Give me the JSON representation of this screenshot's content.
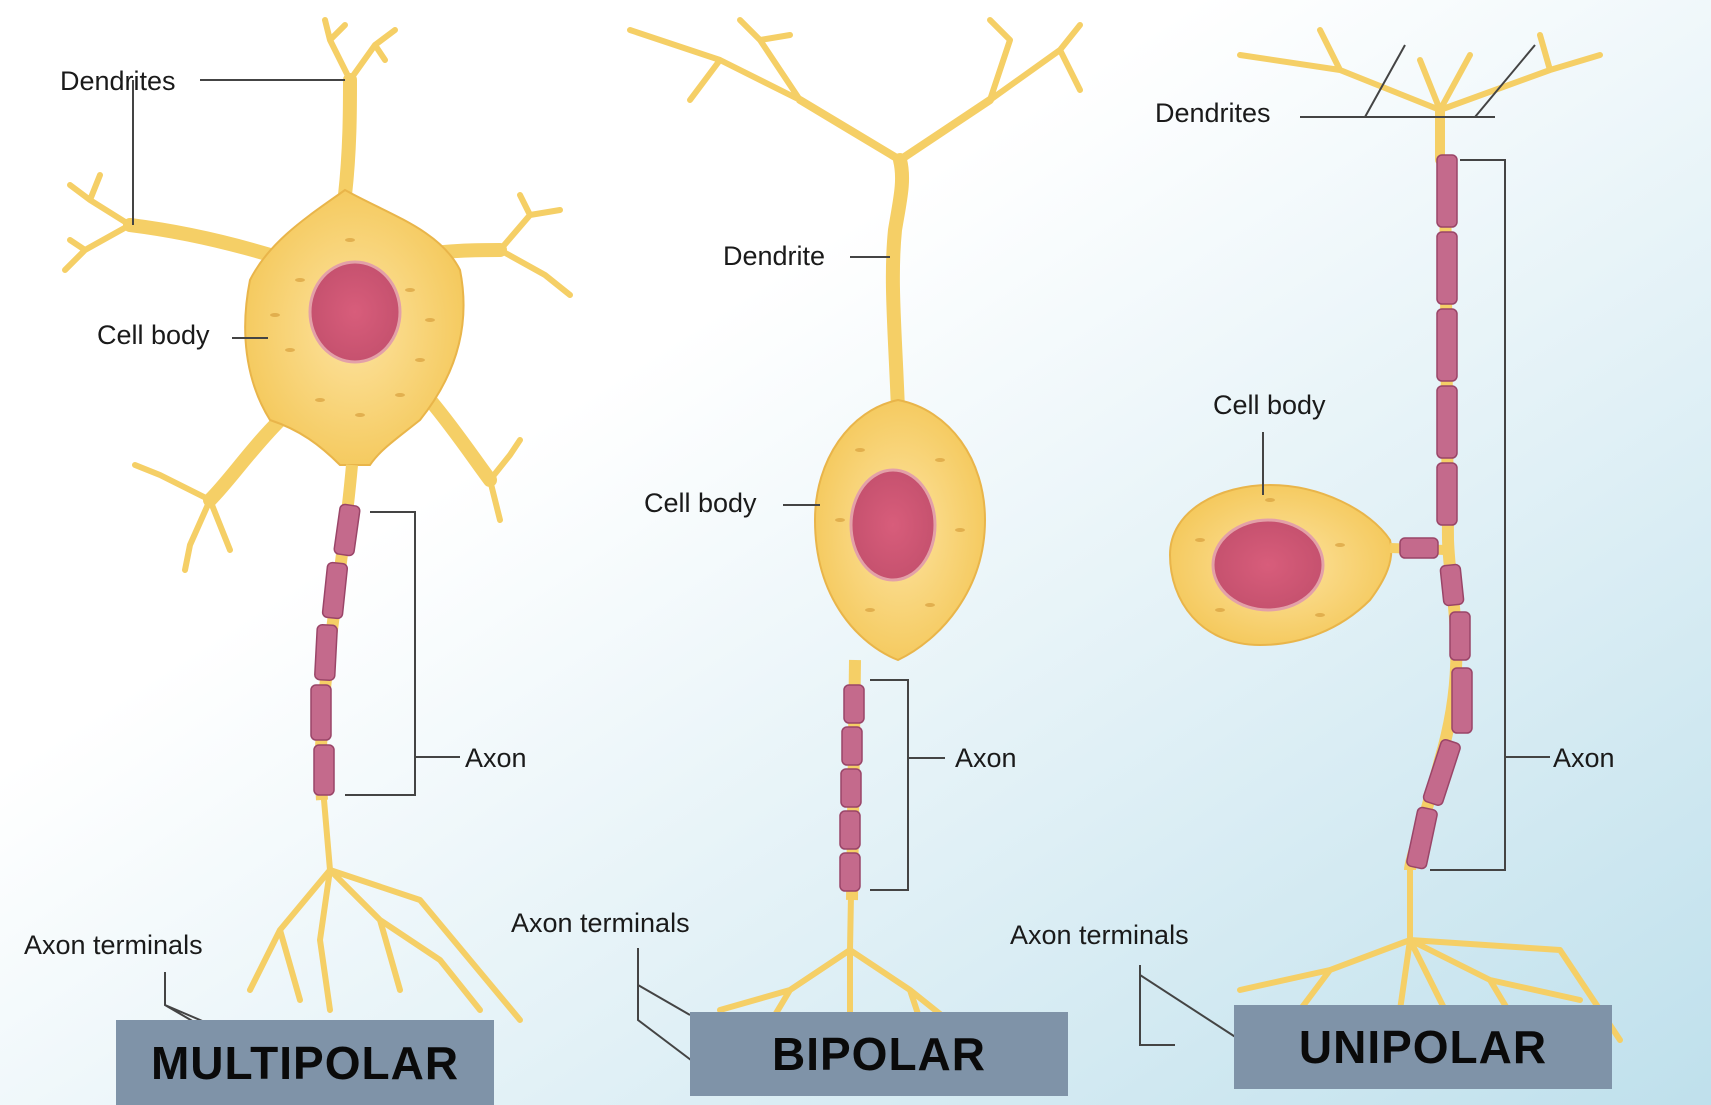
{
  "colors": {
    "background_gradient_start": "#ffffff",
    "background_gradient_end": "#bfe0ec",
    "neuron_fill": "#f7d36e",
    "neuron_body": "#f8d57a",
    "neuron_outline": "#e7b43e",
    "nucleus": "#d2607a",
    "myelin": "#c46a8c",
    "banner": "#7f93a8",
    "leader": "#444444"
  },
  "multipolar": {
    "title": "MULTIPOLAR",
    "dendrites_label": "Dendrites",
    "cell_body_label": "Cell body",
    "axon_label": "Axon",
    "axon_terminals_label": "Axon terminals"
  },
  "bipolar": {
    "title": "BIPOLAR",
    "dendrite_label": "Dendrite",
    "cell_body_label": "Cell body",
    "axon_label": "Axon",
    "axon_terminals_label": "Axon terminals"
  },
  "unipolar": {
    "title": "UNIPOLAR",
    "dendrites_label": "Dendrites",
    "cell_body_label": "Cell body",
    "axon_label": "Axon",
    "axon_terminals_label": "Axon terminals"
  }
}
